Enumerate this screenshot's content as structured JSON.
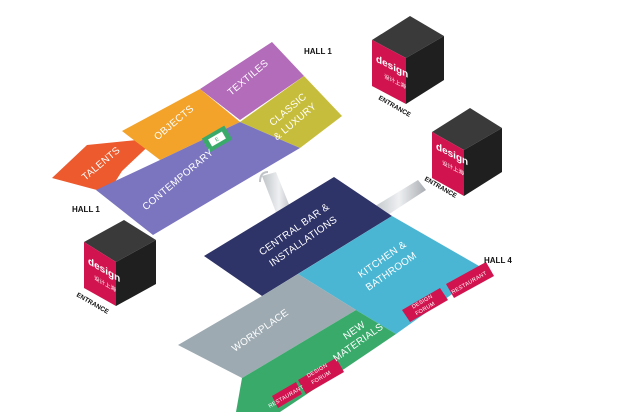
{
  "halls": {
    "hall1_top": "HALL 1",
    "hall1_left": "HALL 1",
    "hall4": "HALL 4"
  },
  "entrances": {
    "top_right": "ENTRANCE",
    "middle_right": "ENTRANCE",
    "left": "ENTRANCE"
  },
  "logo": {
    "brand": "design",
    "subtitle": "设计上海"
  },
  "zones": {
    "talents": "TALENTS",
    "objects": "OBJECTS",
    "textiles": "TEXTILES",
    "classic_luxury_line1": "CLASSIC",
    "classic_luxury_line2": "& LUXURY",
    "contemporary": "CONTEMPORARY",
    "central_bar_line1": "CENTRAL BAR &",
    "central_bar_line2": "INSTALLATIONS",
    "kitchen_line1": "KITCHEN &",
    "kitchen_line2": "BATHROOM",
    "workplace": "WORKPLACE",
    "new_materials_line1": "NEW",
    "new_materials_line2": "MATERIALS",
    "design_forum_a_line1": "DESIGN",
    "design_forum_a_line2": "FORUM",
    "restaurant_a": "RESTAURANT",
    "design_forum_b_line1": "DESIGN",
    "design_forum_b_line2": "FORUM",
    "restaurant_b": "RESTAURANT",
    "green_marker": "E"
  },
  "colors": {
    "talents": "#ec5a2d",
    "objects": "#f3a32a",
    "textiles": "#b26cba",
    "classic": "#c7bd3c",
    "contemporary": "#7b75c0",
    "central_bar": "#2e3368",
    "kitchen": "#4bb6d3",
    "workplace": "#9daab1",
    "new_materials": "#3aaa6b",
    "red": "#d1144f",
    "cube_top": "#3a3a3a",
    "cube_side": "#1f1f1f"
  }
}
